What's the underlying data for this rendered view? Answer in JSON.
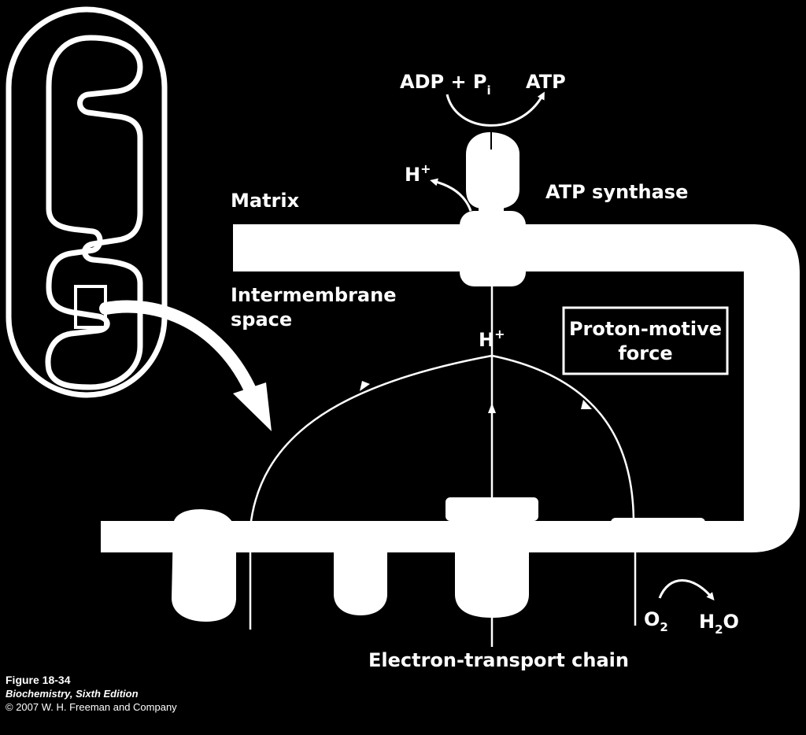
{
  "labels": {
    "matrix": "Matrix",
    "intermembrane_line1": "Intermembrane",
    "intermembrane_line2": "space",
    "adp": "ADP + P",
    "adp_sub": "i",
    "atp": "ATP",
    "atp_synthase": "ATP synthase",
    "h_top": "H",
    "h_mid": "H",
    "plus": "+",
    "proton_motive_line1": "Proton-motive",
    "proton_motive_line2": "force",
    "o2": "O",
    "o2_sub": "2",
    "h2o_h": "H",
    "h2o_sub": "2",
    "h2o_o": "O",
    "etc": "Electron-transport chain"
  },
  "caption": {
    "figure": "Figure 18-34",
    "book": "Biochemistry, Sixth Edition",
    "copyright": "© 2007 W. H. Freeman and Company"
  },
  "colors": {
    "background": "#000000",
    "foreground": "#ffffff"
  }
}
